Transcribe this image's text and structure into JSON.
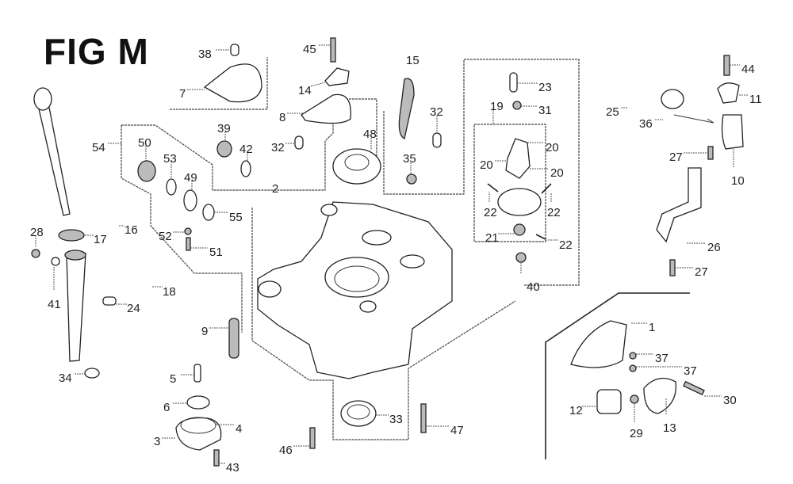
{
  "figure": {
    "title": "FIG M"
  },
  "callouts": [
    {
      "id": "c38",
      "text": "38"
    },
    {
      "id": "c7",
      "text": "7"
    },
    {
      "id": "c45",
      "text": "45"
    },
    {
      "id": "c14",
      "text": "14"
    },
    {
      "id": "c8",
      "text": "8"
    },
    {
      "id": "c15",
      "text": "15"
    },
    {
      "id": "c32a",
      "text": "32"
    },
    {
      "id": "c32b",
      "text": "32"
    },
    {
      "id": "c48",
      "text": "48"
    },
    {
      "id": "c35",
      "text": "35"
    },
    {
      "id": "c39",
      "text": "39"
    },
    {
      "id": "c42",
      "text": "42"
    },
    {
      "id": "c54",
      "text": "54"
    },
    {
      "id": "c50",
      "text": "50"
    },
    {
      "id": "c53",
      "text": "53"
    },
    {
      "id": "c49",
      "text": "49"
    },
    {
      "id": "c55",
      "text": "55"
    },
    {
      "id": "c52",
      "text": "52"
    },
    {
      "id": "c51",
      "text": "51"
    },
    {
      "id": "c2",
      "text": "2"
    },
    {
      "id": "c16",
      "text": "16"
    },
    {
      "id": "c17",
      "text": "17"
    },
    {
      "id": "c28",
      "text": "28"
    },
    {
      "id": "c41",
      "text": "41"
    },
    {
      "id": "c18",
      "text": "18"
    },
    {
      "id": "c24",
      "text": "24"
    },
    {
      "id": "c34",
      "text": "34"
    },
    {
      "id": "c9",
      "text": "9"
    },
    {
      "id": "c5",
      "text": "5"
    },
    {
      "id": "c6",
      "text": "6"
    },
    {
      "id": "c4",
      "text": "4"
    },
    {
      "id": "c3",
      "text": "3"
    },
    {
      "id": "c43",
      "text": "43"
    },
    {
      "id": "c46",
      "text": "46"
    },
    {
      "id": "c33",
      "text": "33"
    },
    {
      "id": "c47",
      "text": "47"
    },
    {
      "id": "c23",
      "text": "23"
    },
    {
      "id": "c31",
      "text": "31"
    },
    {
      "id": "c19",
      "text": "19"
    },
    {
      "id": "c20a",
      "text": "20"
    },
    {
      "id": "c20b",
      "text": "20"
    },
    {
      "id": "c20c",
      "text": "20"
    },
    {
      "id": "c22a",
      "text": "22"
    },
    {
      "id": "c22b",
      "text": "22"
    },
    {
      "id": "c22c",
      "text": "22"
    },
    {
      "id": "c21",
      "text": "21"
    },
    {
      "id": "c40",
      "text": "40"
    },
    {
      "id": "c44",
      "text": "44"
    },
    {
      "id": "c11",
      "text": "11"
    },
    {
      "id": "c25",
      "text": "25"
    },
    {
      "id": "c36",
      "text": "36"
    },
    {
      "id": "c27a",
      "text": "27"
    },
    {
      "id": "c10",
      "text": "10"
    },
    {
      "id": "c26",
      "text": "26"
    },
    {
      "id": "c27b",
      "text": "27"
    },
    {
      "id": "c1",
      "text": "1"
    },
    {
      "id": "c37a",
      "text": "37"
    },
    {
      "id": "c37b",
      "text": "37"
    },
    {
      "id": "c12",
      "text": "12"
    },
    {
      "id": "c29",
      "text": "29"
    },
    {
      "id": "c13",
      "text": "13"
    },
    {
      "id": "c30",
      "text": "30"
    }
  ]
}
